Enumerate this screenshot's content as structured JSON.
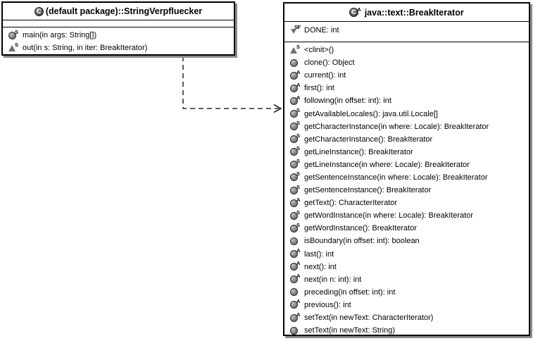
{
  "diagram": {
    "background_color": "#ffffff",
    "border_color": "#000000",
    "shadow_color": "#8c8c8c",
    "icon_gray": "#6f6f6f",
    "connector": {
      "type": "dependency",
      "style": "dashed-open-arrow"
    }
  },
  "classes": [
    {
      "title": "(default package)::StringVerpfluecker",
      "icon_letter": "C",
      "icon_sup": "",
      "attributes": [],
      "methods": [
        {
          "icon_name": "public-static-method-icon",
          "shape": "circle",
          "sup": "S",
          "label": "main(in args: String[])"
        },
        {
          "icon_name": "static-method-triangle-icon",
          "shape": "tri-up",
          "sup": "S",
          "label": "out(in s: String, in iter: BreakIterator)"
        }
      ]
    },
    {
      "title": "java::text::BreakIterator",
      "icon_letter": "C",
      "icon_sup": "A",
      "attributes": [
        {
          "icon_name": "static-final-field-icon",
          "shape": "tri-down",
          "sup": "SF",
          "label": "DONE: int"
        }
      ],
      "methods": [
        {
          "icon_name": "static-initializer-triangle-icon",
          "shape": "tri-up",
          "sup": "S",
          "label": "<clinit>()"
        },
        {
          "icon_name": "public-method-icon",
          "shape": "circle",
          "sup": "",
          "label": "clone(): Object"
        },
        {
          "icon_name": "abstract-method-icon",
          "shape": "circle",
          "sup": "A",
          "label": "current(): int"
        },
        {
          "icon_name": "abstract-method-icon",
          "shape": "circle",
          "sup": "A",
          "label": "first(): int"
        },
        {
          "icon_name": "abstract-method-icon",
          "shape": "circle",
          "sup": "A",
          "label": "following(in offset: int): int"
        },
        {
          "icon_name": "public-static-method-icon",
          "shape": "circle",
          "sup": "S",
          "label": "getAvailableLocales(): java.util.Locale[]"
        },
        {
          "icon_name": "public-static-method-icon",
          "shape": "circle",
          "sup": "S",
          "label": "getCharacterInstance(in where: Locale): BreakIterator"
        },
        {
          "icon_name": "public-static-method-icon",
          "shape": "circle",
          "sup": "S",
          "label": "getCharacterInstance(): BreakIterator"
        },
        {
          "icon_name": "public-static-method-icon",
          "shape": "circle",
          "sup": "S",
          "label": "getLineInstance(): BreakIterator"
        },
        {
          "icon_name": "public-static-method-icon",
          "shape": "circle",
          "sup": "S",
          "label": "getLineInstance(in where: Locale): BreakIterator"
        },
        {
          "icon_name": "public-static-method-icon",
          "shape": "circle",
          "sup": "S",
          "label": "getSentenceInstance(in where: Locale): BreakIterator"
        },
        {
          "icon_name": "public-static-method-icon",
          "shape": "circle",
          "sup": "S",
          "label": "getSentenceInstance(): BreakIterator"
        },
        {
          "icon_name": "abstract-method-icon",
          "shape": "circle",
          "sup": "A",
          "label": "getText(): CharacterIterator"
        },
        {
          "icon_name": "public-static-method-icon",
          "shape": "circle",
          "sup": "S",
          "label": "getWordInstance(in where: Locale): BreakIterator"
        },
        {
          "icon_name": "public-static-method-icon",
          "shape": "circle",
          "sup": "S",
          "label": "getWordInstance(): BreakIterator"
        },
        {
          "icon_name": "public-method-icon",
          "shape": "circle",
          "sup": "",
          "label": "isBoundary(in offset: int): boolean"
        },
        {
          "icon_name": "abstract-method-icon",
          "shape": "circle",
          "sup": "A",
          "label": "last(): int"
        },
        {
          "icon_name": "abstract-method-icon",
          "shape": "circle",
          "sup": "A",
          "label": "next(): int"
        },
        {
          "icon_name": "abstract-method-icon",
          "shape": "circle",
          "sup": "A",
          "label": "next(in n: int): int"
        },
        {
          "icon_name": "public-method-icon",
          "shape": "circle",
          "sup": "",
          "label": "preceding(in offset: int): int"
        },
        {
          "icon_name": "abstract-method-icon",
          "shape": "circle",
          "sup": "A",
          "label": "previous(): int"
        },
        {
          "icon_name": "abstract-method-icon",
          "shape": "circle",
          "sup": "A",
          "label": "setText(in newText: CharacterIterator)"
        },
        {
          "icon_name": "public-method-icon",
          "shape": "circle",
          "sup": "",
          "label": "setText(in newText: String)"
        }
      ]
    }
  ]
}
